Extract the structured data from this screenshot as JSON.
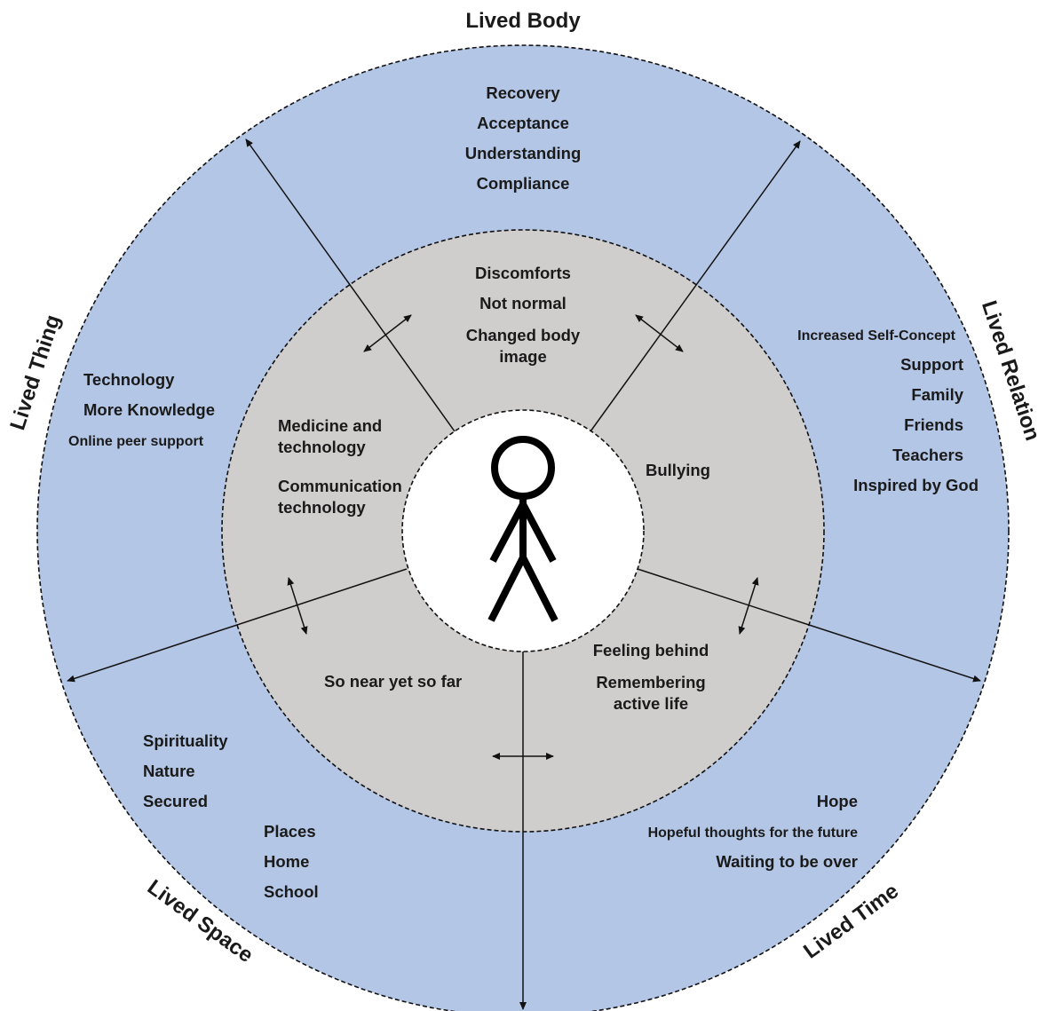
{
  "dimensions": {
    "body": "Lived Body",
    "thing": "Lived Thing",
    "relation": "Lived Relation",
    "space": "Lived Space",
    "time": "Lived Time"
  },
  "outer": {
    "body": [
      "Recovery",
      "Acceptance",
      "Understanding",
      "Compliance"
    ],
    "thing": [
      "Technology",
      "More Knowledge",
      "Online peer support"
    ],
    "relation": [
      "Increased Self-Concept",
      "Support",
      "Family",
      "Friends",
      "Teachers",
      "Inspired by God"
    ],
    "space_a": [
      "Spirituality",
      "Nature",
      "Secured"
    ],
    "space_b": [
      "Places",
      "Home",
      "School"
    ],
    "time": [
      "Hope",
      "Hopeful thoughts  for the future",
      "Waiting to be over"
    ]
  },
  "inner": {
    "body": [
      "Discomforts",
      "Not normal",
      "Changed body",
      "image"
    ],
    "thing_a": [
      "Medicine and",
      "technology"
    ],
    "thing_b": [
      "Communication",
      "technology"
    ],
    "relation": [
      "Bullying"
    ],
    "space": [
      "So near yet so far"
    ],
    "time_a": [
      "Feeling behind"
    ],
    "time_b": [
      "Remembering",
      "active life"
    ]
  },
  "colors": {
    "outer_ring": "#b3c6e6",
    "inner_ring": "#d0cdcd",
    "center": "#ffffff"
  },
  "icons": [
    "stick-figure-icon"
  ]
}
